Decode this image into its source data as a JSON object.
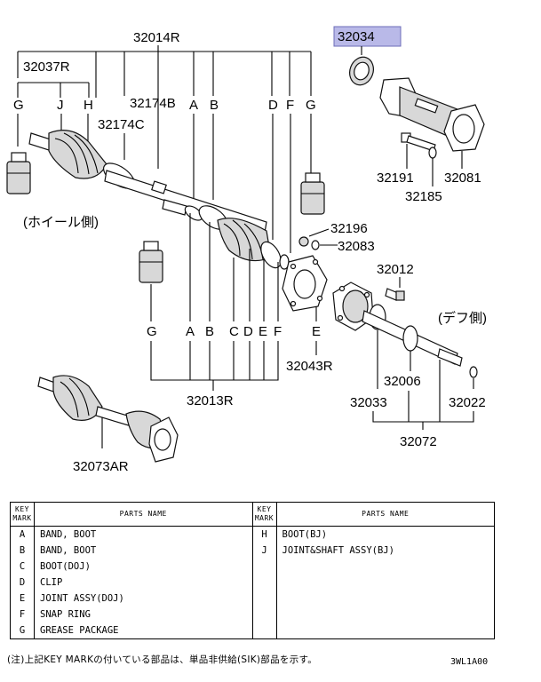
{
  "diagram": {
    "labels": {
      "p32014R": "32014R",
      "p32037R": "32037R",
      "p32034": "32034",
      "p32174B": "32174B",
      "p32174C": "32174C",
      "p32191": "32191",
      "p32081": "32081",
      "p32185": "32185",
      "p32196": "32196",
      "p32083": "32083",
      "p32012": "32012",
      "p32043R": "32043R",
      "p32013R": "32013R",
      "p32006": "32006",
      "p32033": "32033",
      "p32022": "32022",
      "p32072": "32072",
      "p32073AR": "32073AR",
      "wheel_side": "(ホイール側)",
      "diff_side": "(デフ側)"
    },
    "top_keys": [
      "G",
      "J",
      "H",
      "A",
      "B",
      "D",
      "F",
      "G"
    ],
    "bottom_keys": [
      "G",
      "A",
      "B",
      "C",
      "D",
      "E",
      "F"
    ],
    "flange_key": "E",
    "highlight_color": "#b9b9e8"
  },
  "table": {
    "head": {
      "key_mark_1": "KEY",
      "key_mark_2": "MARK",
      "parts_name": "PARTS NAME"
    },
    "rows": [
      {
        "k1": "A",
        "n1": "BAND, BOOT",
        "k2": "H",
        "n2": "BOOT(BJ)"
      },
      {
        "k1": "B",
        "n1": "BAND, BOOT",
        "k2": "J",
        "n2": "JOINT&SHAFT ASSY(BJ)"
      },
      {
        "k1": "C",
        "n1": "BOOT(DOJ)",
        "k2": "",
        "n2": ""
      },
      {
        "k1": "D",
        "n1": "CLIP",
        "k2": "",
        "n2": ""
      },
      {
        "k1": "E",
        "n1": "JOINT ASSY(DOJ)",
        "k2": "",
        "n2": ""
      },
      {
        "k1": "F",
        "n1": "SNAP RING",
        "k2": "",
        "n2": ""
      },
      {
        "k1": "G",
        "n1": "GREASE PACKAGE",
        "k2": "",
        "n2": ""
      }
    ]
  },
  "note": "(注)上記KEY MARKの付いている部品は、単品非供給(SIK)部品を示す。",
  "diagram_code": "3WL1A00"
}
